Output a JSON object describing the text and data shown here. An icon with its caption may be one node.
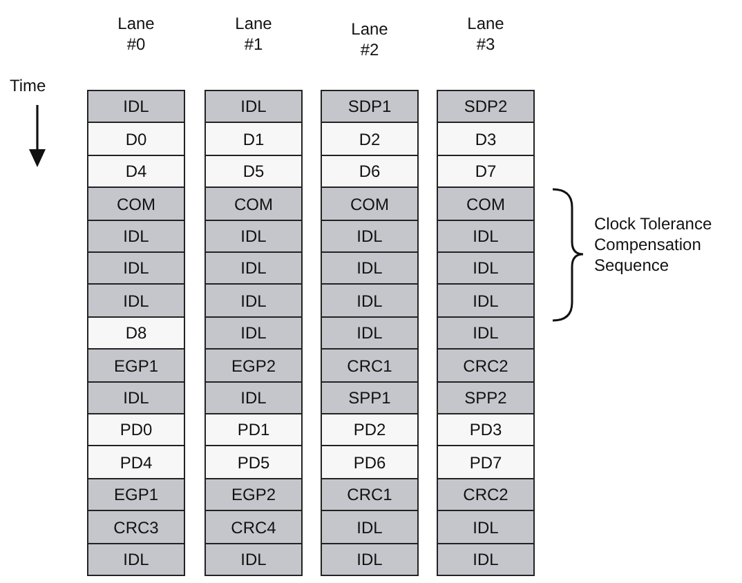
{
  "diagram": {
    "labels": [
      "Lane #0",
      "Lane #1",
      "Lane #2",
      "Lane #3",
      "Time",
      "IDL",
      "IDL",
      "SDP1",
      "SDP2",
      "D0",
      "D1",
      "D2",
      "D3",
      "D4",
      "D5",
      "D6",
      "D7",
      "COM",
      "COM",
      "COM",
      "COM",
      "IDL",
      "IDL",
      "IDL",
      "IDL",
      "IDL",
      "IDL",
      "IDL",
      "IDL",
      "IDL",
      "IDL",
      "IDL",
      "IDL",
      "D8",
      "IDL",
      "IDL",
      "IDL",
      "EGP1",
      "EGP2",
      "CRC1",
      "CRC2",
      "IDL",
      "IDL",
      "SPP1",
      "SPP2",
      "PD0",
      "PD1",
      "PD2",
      "PD3",
      "PD4",
      "PD5",
      "PD6",
      "PD7",
      "EGP1",
      "EGP2",
      "CRC1",
      "CRC2",
      "CRC3",
      "CRC4",
      "IDL",
      "IDL",
      "IDL",
      "IDL",
      "IDL",
      "IDL",
      "Clock Tolerance Compensation Sequence"
    ]
  }
}
